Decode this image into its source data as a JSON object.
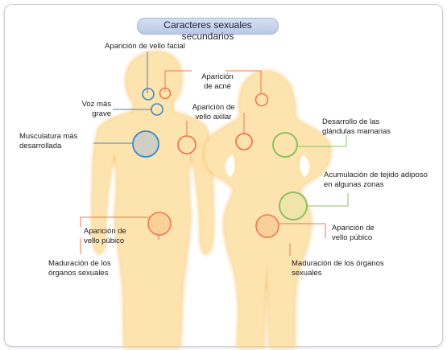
{
  "title": "Caracteres sexuales secundarios",
  "male": {
    "vello_facial": "Aparición de vello facial",
    "acne_1": "Aparición",
    "acne_2": "de acné",
    "voz_1": "Voz más",
    "voz_2": "grave",
    "axilar_1": "Aparición de",
    "axilar_2": "vello axilar",
    "musc_1": "Musculatura más",
    "musc_2": "desarrollada",
    "pubico_1": "Aparición de",
    "pubico_2": "vello púbico",
    "organos_1": "Maduración de los",
    "organos_2": "órganos sexuales"
  },
  "female": {
    "mamarias_1": "Desarrollo de las",
    "mamarias_2": "glándulas mamarias",
    "adiposo_1": "Acumulación de tejido adiposo",
    "adiposo_2": "en algunas zonas",
    "pubico_1": "Aparición de",
    "pubico_2": "vello púbico",
    "organos_1": "Maduración de los órganos",
    "organos_2": "sexuales"
  },
  "colors": {
    "body_fill": "#fde3ad",
    "body_glow": "#fbd088",
    "orange": "#ec7a4f",
    "blue": "#3e88c6",
    "green": "#8cc063",
    "gray_fill": "#cfcfc4"
  }
}
